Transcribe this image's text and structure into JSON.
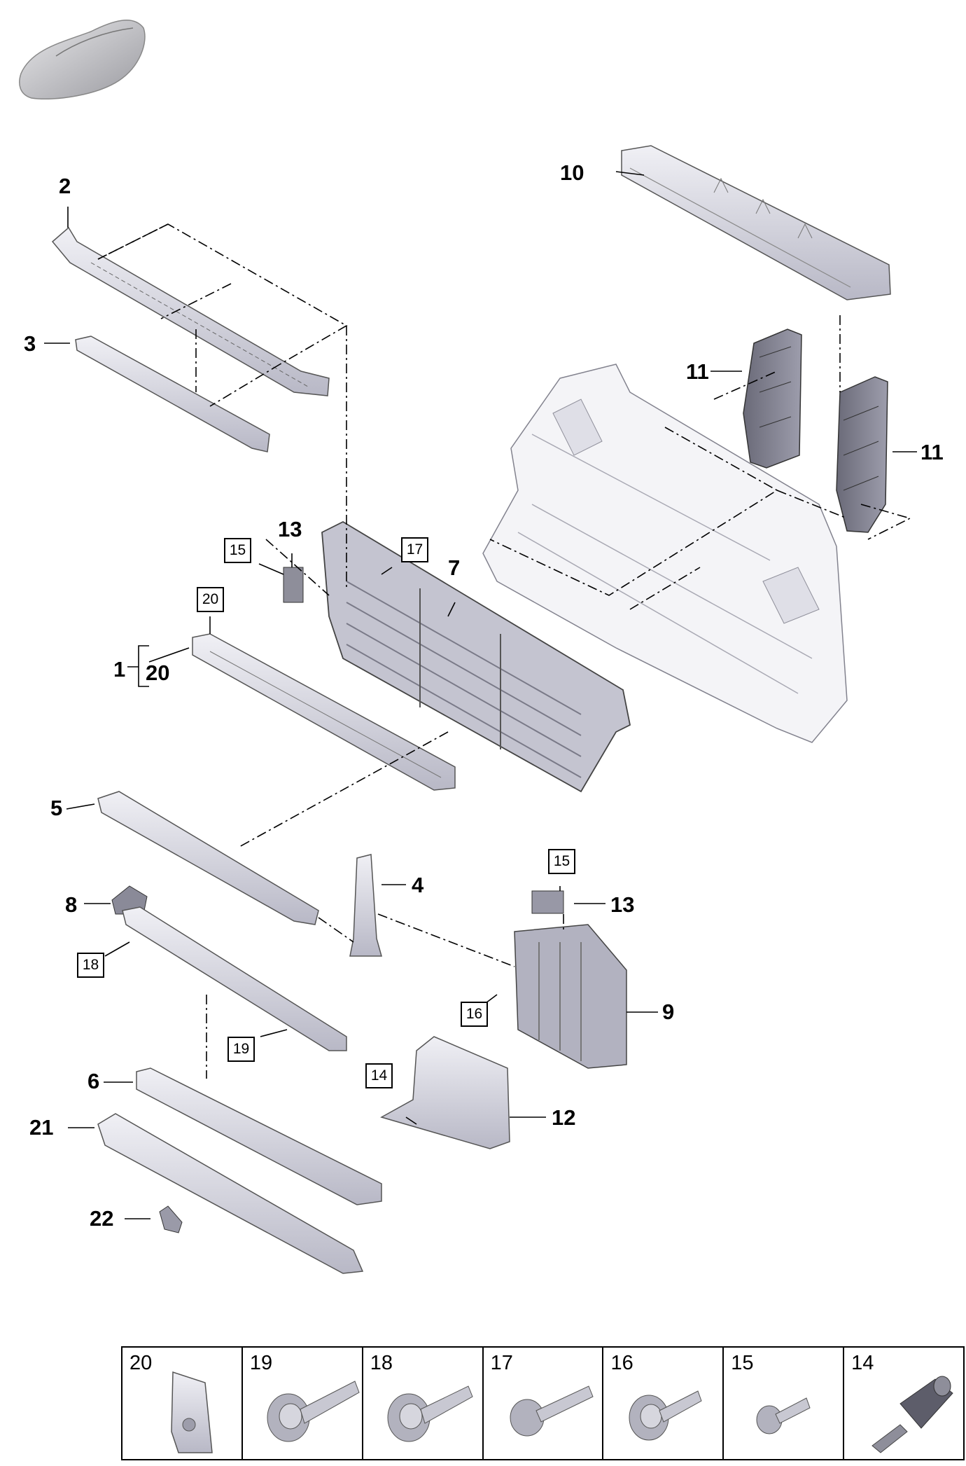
{
  "callouts": {
    "c1": "1",
    "c20": "20",
    "c2": "2",
    "c3": "3",
    "c4": "4",
    "c5": "5",
    "c6": "6",
    "c7": "7",
    "c8": "8",
    "c9": "9",
    "c10": "10",
    "c11a": "11",
    "c11b": "11",
    "c12": "12",
    "c13a": "13",
    "c13b": "13",
    "c21": "21",
    "c22": "22"
  },
  "boxed_refs": {
    "b15a": "15",
    "b17": "17",
    "b20": "20",
    "b15b": "15",
    "b18": "18",
    "b16": "16",
    "b19": "19",
    "b14": "14"
  },
  "hardware_table": [
    {
      "num": "20",
      "icon": "clip-nut-icon"
    },
    {
      "num": "19",
      "icon": "flange-bolt-washer-icon"
    },
    {
      "num": "18",
      "icon": "flange-bolt-washer-icon"
    },
    {
      "num": "17",
      "icon": "flange-bolt-icon"
    },
    {
      "num": "16",
      "icon": "flange-bolt-washer-icon"
    },
    {
      "num": "15",
      "icon": "small-bolt-icon"
    },
    {
      "num": "14",
      "icon": "temperature-sensor-icon"
    }
  ],
  "colors": {
    "part_fill": "#dcdce6",
    "part_shadow": "#a9a9b8",
    "part_dark": "#5c5c6a",
    "line": "#000000"
  }
}
